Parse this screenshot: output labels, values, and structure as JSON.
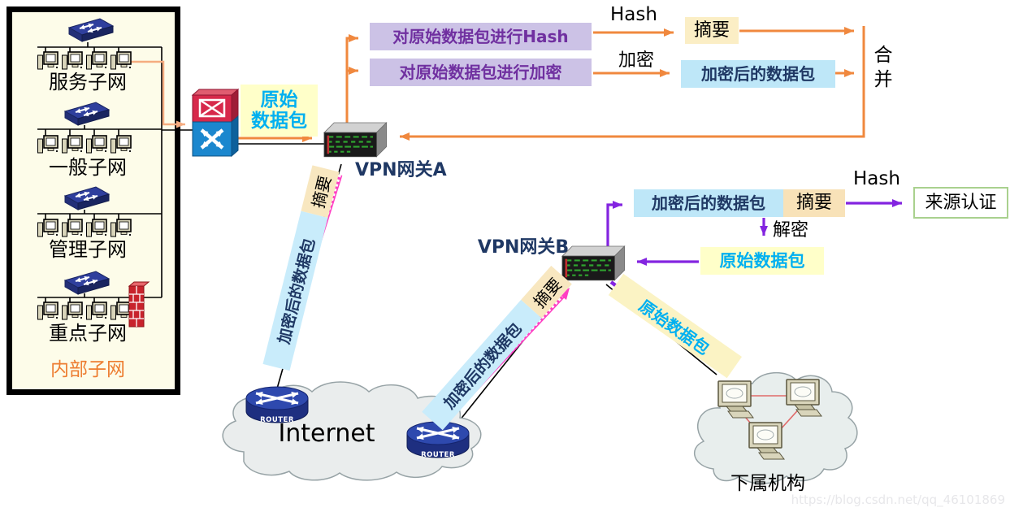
{
  "watermark": "https://blog.csdn.net/qq_46101869",
  "internal_network": {
    "title": "内部子网",
    "subnets": [
      "服务子网",
      "一般子网",
      "管理子网",
      "重点子网"
    ]
  },
  "devices": {
    "gateway_a": "VPN网关A",
    "gateway_b": "VPN网关B",
    "router_label": "ROUTER"
  },
  "source_packet_label": {
    "line1": "原始",
    "line2": "数据包"
  },
  "hash_flow": {
    "hash_process": "对原始数据包进行Hash",
    "encrypt_process": "对原始数据包进行加密",
    "hash_label": "Hash",
    "encrypt_label": "加密",
    "digest": "摘要",
    "encrypted_packet": "加密后的数据包",
    "merge": "合并"
  },
  "verify_flow": {
    "encrypted_packet": "加密后的数据包",
    "digest": "摘要",
    "hash_label": "Hash",
    "source_auth": "来源认证",
    "decrypt_label": "解密",
    "original_packet": "原始数据包"
  },
  "tunnel_to_internet": {
    "packet": "加密后的数据包",
    "digest": "摘要"
  },
  "tunnel_from_internet": {
    "packet": "加密后的数据包",
    "digest": "摘要"
  },
  "tunnel_to_branch": {
    "packet": "原始数据包"
  },
  "internet": {
    "label": "Internet"
  },
  "branch": {
    "label": "下属机构"
  },
  "icons": {
    "l3-switch-icon": "red/blue multilayer switch",
    "switch-icon": "workgroup switch",
    "pc-icon": "small desktop pc",
    "firewall-icon": "red brick firewall",
    "vpn-gateway-icon": "rack server with leds",
    "router-icon": "router cylinder",
    "cloud-icon": "network cloud",
    "workstation-icon": "branch desktop computer"
  },
  "colors": {
    "orange_flow": "#F0883E",
    "panel_orange_line": "#F5AC80",
    "purple_flow": "#8324E0",
    "pink_stripe": "#FF3FC3",
    "lavender_box": "#CCC2E6",
    "purple_text": "#7030A0",
    "blue_box": "#BEE7F8",
    "navy_text": "#1F3864",
    "cream_box": "#FBEEC5",
    "tan_box": "#F8E2B8",
    "pale_yellow_box": "#FFFFC9",
    "cyan_text": "#00B0F0",
    "panel_bg": "#FDFCE9",
    "panel_title": "#ED7D31",
    "auth_border": "#A9D18E"
  }
}
